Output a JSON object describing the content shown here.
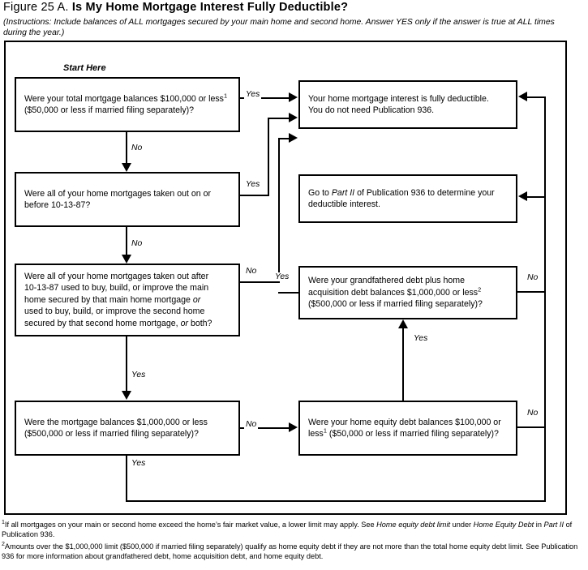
{
  "header": {
    "figure_number": "Figure 25 A.",
    "title": "Is My Home Mortgage Interest Fully Deductible?",
    "instructions": "(Instructions: Include balances of ALL mortgages secured by your main home and second home. Answer YES only if the answer is true at ALL times during the year.)"
  },
  "start_label": "Start Here",
  "nodes": {
    "q1": {
      "line1": "Were your total mortgage balances $100,000 or less",
      "sup1": "1",
      "line2": "($50,000 or less if married filing separately)?"
    },
    "q2": {
      "line1": "Were all of your home mortgages taken out on or",
      "line2": "before 10-13-87?"
    },
    "q3": {
      "line1": "Were all of your home mortgages taken out after",
      "line2": "10-13-87 used to buy, build, or improve the main",
      "line3a": "home secured by that main home mortgage ",
      "line3b": "or",
      "line4": "used to buy, build, or improve the second home",
      "line5a": "secured by that second home mortgage, ",
      "line5b": "or",
      "line5c": " both?"
    },
    "q4": {
      "line1": "Were the mortgage balances $1,000,000 or less",
      "line2": "($500,000 or less if married filing separately)?"
    },
    "r1": {
      "line1": "Your home mortgage interest is fully deductible.",
      "line2": "You do not need Publication 936."
    },
    "r2": {
      "line1a": "Go to ",
      "line1b": "Part II",
      "line1c": " of Publication 936 to determine your",
      "line2": "deductible interest."
    },
    "r3": {
      "line1": "Were your grandfathered debt plus home",
      "line2": "acquisition debt balances $1,000,000 or less",
      "sup2": "2",
      "line3": "($500,000 or less if married filing separately)?"
    },
    "r4": {
      "line1": "Were your home equity debt balances $100,000 or",
      "line2a": "less",
      "sup1": "1",
      "line2b": " ($50,000 or less if married filing separately)?"
    }
  },
  "edge_labels": {
    "q1_yes": "Yes",
    "q1_no": "No",
    "q2_yes": "Yes",
    "q2_no": "No",
    "q3_no": "No",
    "q3_yes": "Yes",
    "q3_down_yes": "Yes",
    "q4_no": "No",
    "q4_yes": "Yes",
    "r3_no": "No",
    "r3_yes_up": "Yes",
    "r4_no": "No"
  },
  "footnotes": [
    {
      "marker": "1",
      "part1": "If all mortgages on your main or second home exceed the home",
      "part2": "s fair market value, a lower limit may apply. See ",
      "italic1": "Home equity debt limit",
      "part3": " under ",
      "italic2": "Home Equity Debt",
      "part4": " in ",
      "italic3": "Part II",
      "part5": " of Publication 936."
    },
    {
      "marker": "2",
      "text": "Amounts over the $1,000,000 limit ($500,000 if married filing separately) qualify as home equity debt if they are not more than the total home equity debt limit. See Publication 936 for more information about grandfathered debt, home acquisition debt, and home equity debt."
    }
  ],
  "colors": {
    "ink": "#000000",
    "paper": "#ffffff"
  }
}
